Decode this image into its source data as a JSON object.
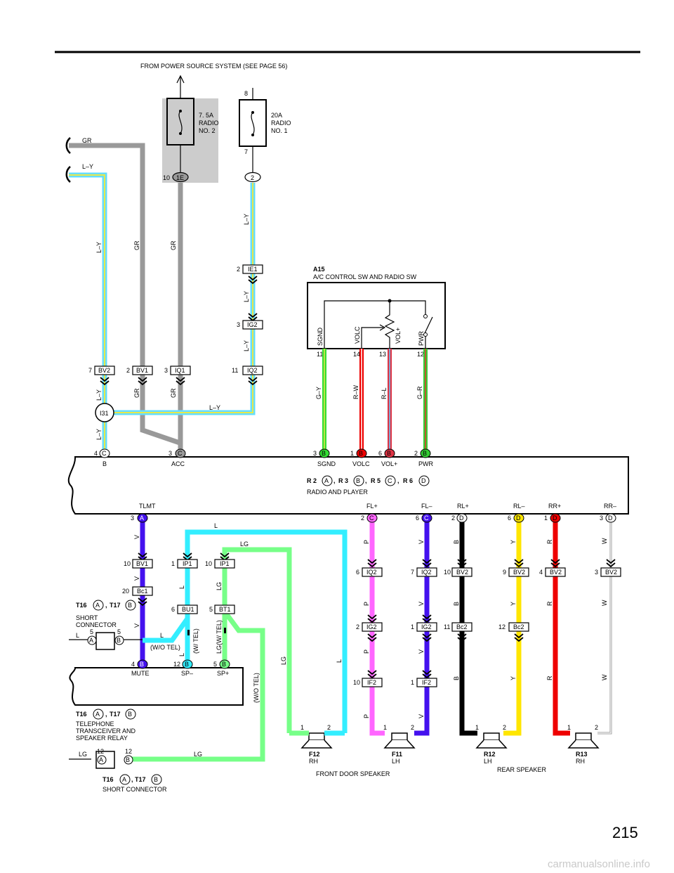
{
  "header": {
    "source": "FROM POWER SOURCE SYSTEM (SEE PAGE 56)"
  },
  "fuses": {
    "radio2": {
      "rating": "7. 5A",
      "name1": "RADIO",
      "name2": "NO. 2",
      "pin": "10",
      "conn": "1E"
    },
    "radio1": {
      "rating": "20A",
      "name1": "RADIO",
      "name2": "NO. 1",
      "pin_top": "8",
      "pin_bottom": "7",
      "conn": "2"
    }
  },
  "left_wires": {
    "gr": "GR",
    "ly": "L–Y"
  },
  "vertical_labels": {
    "ly": "L–Y",
    "gr": "GR"
  },
  "junctions": {
    "ie1": {
      "pin": "2",
      "name": "IE1"
    },
    "ig2_top": {
      "pin": "3",
      "name": "IG2"
    },
    "iq2_top": {
      "pin": "11",
      "name": "IQ2"
    },
    "bv2_top": {
      "pin": "7",
      "name": "BV2"
    },
    "bv1_top": {
      "pin": "2",
      "name": "BV1"
    },
    "iq1_top": {
      "pin": "3",
      "name": "IQ1"
    },
    "i31": "I31",
    "i31_wire": "L–Y"
  },
  "a15": {
    "id": "A15",
    "name": "A/C CONTROL SW AND RADIO SW",
    "terms": [
      "SGND",
      "VOLC",
      "VOL+",
      "PWR"
    ],
    "pins": [
      "11",
      "14",
      "13",
      "12"
    ],
    "wires": [
      "G–Y",
      "R–W",
      "R–L",
      "G–R"
    ]
  },
  "radio": {
    "name": "RADIO AND PLAYER",
    "ids": {
      "r2": "R 2",
      "r3": "R 3",
      "r5": "R 5",
      "r6": "R 6",
      "c1": ",",
      "c2": ",",
      "c3": ","
    },
    "connA": "A",
    "connB": "B",
    "connC": "C",
    "connD": "D",
    "top_pins": [
      {
        "num": "4",
        "conn": "C",
        "label": "B"
      },
      {
        "num": "3",
        "conn": "C",
        "label": "ACC"
      },
      {
        "num": "3",
        "conn": "B",
        "label": "SGND"
      },
      {
        "num": "1",
        "conn": "B",
        "label": "VOLC"
      },
      {
        "num": "6",
        "conn": "B",
        "label": "VOL+"
      },
      {
        "num": "2",
        "conn": "B",
        "label": "PWR"
      }
    ],
    "bottom_labels": [
      "TLMT",
      "FL+",
      "FL–",
      "RL+",
      "RL–",
      "RR+",
      "RR–"
    ],
    "bottom_pins": [
      {
        "num": "3",
        "conn": "A"
      },
      {
        "num": "2",
        "conn": "C"
      },
      {
        "num": "6",
        "conn": "C"
      },
      {
        "num": "2",
        "conn": "D"
      },
      {
        "num": "6",
        "conn": "D"
      },
      {
        "num": "1",
        "conn": "D"
      },
      {
        "num": "3",
        "conn": "D"
      }
    ]
  },
  "lower": {
    "wire_v": "V",
    "wire_l": "L",
    "wire_lg": "LG",
    "wire_p": "P",
    "wire_b": "B",
    "wire_y": "Y",
    "wire_r": "R",
    "wire_w": "W",
    "bv1": {
      "pin": "10",
      "name": "BV1"
    },
    "bc1": {
      "pin": "20",
      "name": "Bc1"
    },
    "ip1a": {
      "pin": "1",
      "name": "IP1"
    },
    "ip1b": {
      "pin": "10",
      "name": "IP1"
    },
    "bu1": {
      "pin": "6",
      "name": "BU1"
    },
    "bt1": {
      "pin": "5",
      "name": "BT1"
    },
    "iq2a": {
      "pin": "6",
      "name": "IQ2"
    },
    "iq2b": {
      "pin": "7",
      "name": "IQ2"
    },
    "ig2a": {
      "pin": "2",
      "name": "IG2"
    },
    "ig2b": {
      "pin": "1",
      "name": "IG2"
    },
    "if2a": {
      "pin": "10",
      "name": "IF2"
    },
    "if2b": {
      "pin": "1",
      "name": "IF2"
    },
    "bv2a": {
      "pin": "10",
      "name": "BV2"
    },
    "bv2b": {
      "pin": "9",
      "name": "BV2"
    },
    "bv2c": {
      "pin": "4",
      "name": "BV2"
    },
    "bv2d": {
      "pin": "3",
      "name": "BV2"
    },
    "bc2a": {
      "pin": "11",
      "name": "Bc2"
    },
    "bc2b": {
      "pin": "12",
      "name": "Bc2"
    },
    "wo_tel": "(W/O TEL)",
    "w_tel": "(W/ TEL)",
    "lg_w_tel": "LG(W/ TEL)"
  },
  "short_conn1": {
    "t16": "T16",
    "t17": "T17",
    "sep": ",",
    "connA": "A",
    "connB": "B",
    "name1": "SHORT",
    "name2": "CONNECTOR",
    "pin_a": "5",
    "pin_b": "5",
    "wire": "L"
  },
  "tel": {
    "t16": "T16",
    "t17": "T17",
    "sep": ",",
    "connA": "A",
    "connB": "B",
    "name1": "TELEPHONE",
    "name2": "TRANSCEIVER AND",
    "name3": "SPEAKER RELAY",
    "pins": [
      {
        "num": "4",
        "conn": "B",
        "label": "MUTE"
      },
      {
        "num": "12",
        "conn": "B",
        "label": "SP–"
      },
      {
        "num": "5",
        "conn": "B",
        "label": "SP+"
      }
    ]
  },
  "short_conn2": {
    "t16": "T16",
    "t17": "T17",
    "sep": ",",
    "connA": "A",
    "connB": "B",
    "name": "SHORT CONNECTOR",
    "pin_a": "12",
    "pin_b": "12",
    "wire": "LG"
  },
  "speakers": [
    {
      "id": "F12",
      "side": "RH",
      "p1": "1",
      "p2": "2"
    },
    {
      "id": "F11",
      "side": "LH",
      "p1": "1",
      "p2": "2"
    },
    {
      "id": "R12",
      "side": "LH",
      "p1": "1",
      "p2": "2"
    },
    {
      "id": "R13",
      "side": "RH",
      "p1": "1",
      "p2": "2"
    }
  ],
  "groups": {
    "front": "FRONT DOOR SPEAKER",
    "rear": "REAR SPEAKER"
  },
  "page_number": "215",
  "watermark": "carmanualsonline.info",
  "colors": {
    "ly_outer": "#66ddff",
    "ly_inner": "#e8e84a",
    "gr": "#999999",
    "l": "#33eeff",
    "lg": "#77ff88",
    "p": "#ff66ff",
    "v": "#4411ee",
    "b": "#000000",
    "y": "#ffe600",
    "r": "#ee0000",
    "w": "#bbbbbb",
    "gy": "#33dd33",
    "rw": "#ee0000",
    "rl": "#dd3344",
    "gr_wire": "#33cc33"
  }
}
